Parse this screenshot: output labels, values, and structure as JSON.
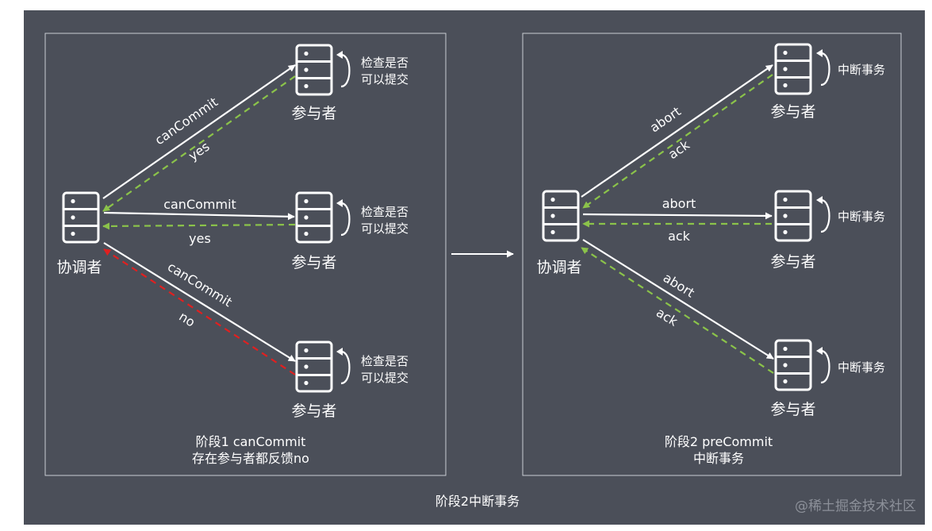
{
  "phase1": {
    "coordinator_label": "协调者",
    "participant_label": "参与者",
    "self_check_line1": "检查是否",
    "self_check_line2": "可以提交",
    "msg_top_request": "canCommit",
    "msg_top_reply": "yes",
    "msg_mid_request": "canCommit",
    "msg_mid_reply": "yes",
    "msg_bot_request": "canCommit",
    "msg_bot_reply": "no",
    "caption_line1": "阶段1 canCommit",
    "caption_line2": "存在参与者都反馈no"
  },
  "phase2": {
    "coordinator_label": "协调者",
    "participant_label": "参与者",
    "self_action": "中断事务",
    "msg_top_request": "abort",
    "msg_top_reply": "ack",
    "msg_mid_request": "abort",
    "msg_mid_reply": "ack",
    "msg_bot_request": "abort",
    "msg_bot_reply": "ack",
    "caption_line1": "阶段2 preCommit",
    "caption_line2": "中断事务"
  },
  "footer_title": "阶段2中断事务",
  "watermark": "@稀土掘金技术社区",
  "colors": {
    "background": "#4b4f59",
    "line": "#ffffff",
    "ack_dashed": "#8bc34a",
    "no_dashed": "#e02020"
  }
}
